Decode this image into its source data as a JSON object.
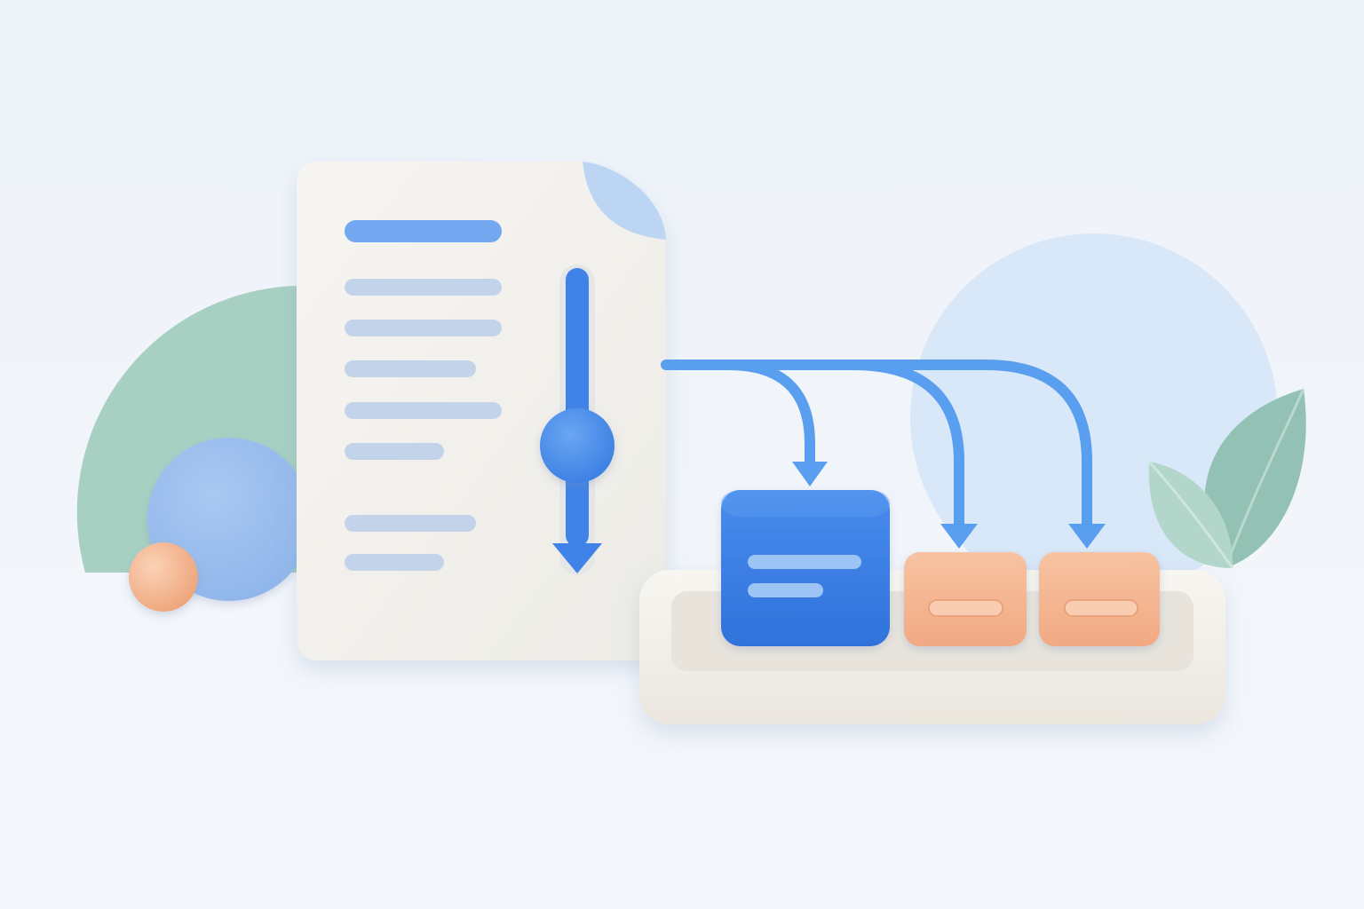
{
  "scene": {
    "subject": "document-split-into-blocks",
    "document": {
      "icon": "document-icon",
      "title_bar_count": 1,
      "text_line_count": 7,
      "scroll_indicator": "down-arrow-slider"
    },
    "tray": {
      "blocks": [
        {
          "name": "blue-block",
          "color": "#3f82e8"
        },
        {
          "name": "peach-block-1",
          "color": "#f4b48f"
        },
        {
          "name": "peach-block-2",
          "color": "#f4b48f"
        }
      ]
    },
    "connectors": {
      "count": 3,
      "icon": "down-arrow-icon"
    },
    "decor": [
      "green-semicircle",
      "blue-circle",
      "peach-sphere",
      "light-blue-circle",
      "leaf-icon"
    ]
  },
  "colors": {
    "background": "#eef3fa",
    "floor": "#f3f6fb",
    "accent_blue": "#3f82e8",
    "arrow_blue": "#5a9ef0",
    "light_blue_lines": "#c3d4ea",
    "peach": "#f4b48f",
    "green": "#a6cfc3",
    "paper": "#f4f2ee",
    "tray": "#f5f2ec"
  }
}
